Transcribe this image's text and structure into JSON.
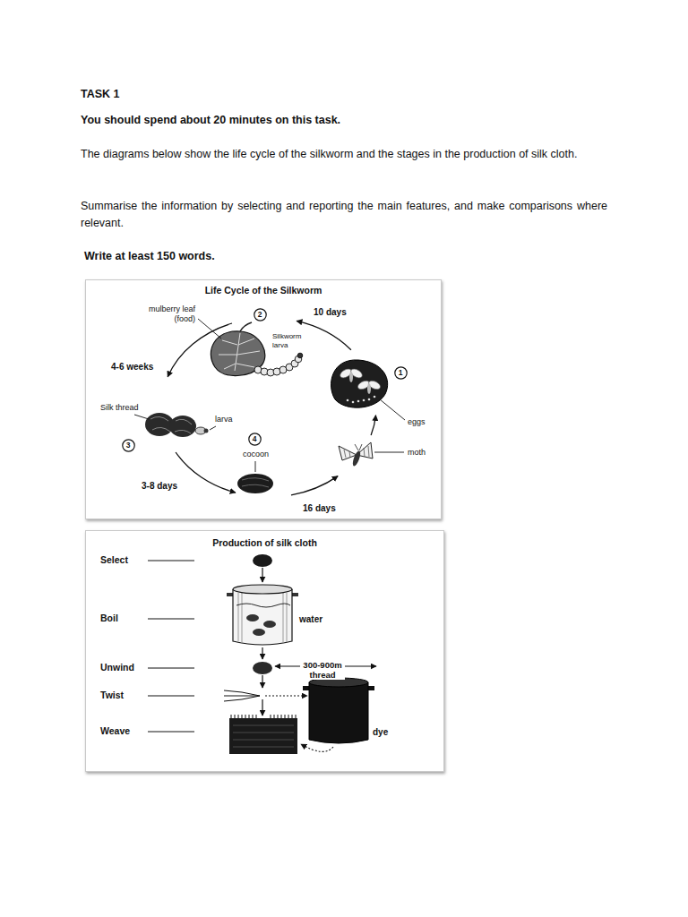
{
  "diagram": {
    "title": "TASK 1",
    "nodes": [
      {
        "text": [
          "Life Cycle of the Silkworm"
        ]
      },
      {
        "text": [
          "1"
        ],
        "in": 0
      },
      {
        "text": [
          "2"
        ],
        "in": 0
      },
      {
        "text": [
          "3"
        ],
        "in": 0
      },
      {
        "text": [
          "4"
        ],
        "in": 0
      },
      {
        "text": [
          "Production of silk cloth"
        ]
      }
    ],
    "labels": [
      "You should spend about 20 minutes on this task.",
      "The diagrams below show the life cycle of the silkworm and the stages in the production of silk cloth.",
      "Summarise the information by selecting and reporting the main features, and make comparisons where relevant.",
      "Write at least 150 words.",
      "mulberry leaf (food)",
      "Silkworm larva",
      "10 days",
      "4-6 weeks",
      "Silk thread",
      "larva",
      "eggs",
      "moth",
      "cocoon",
      "3-8 days",
      "16 days",
      "Select",
      "Boil",
      "water",
      "Unwind",
      "300-900m thread",
      "Twist",
      "dye",
      "Weave"
    ]
  }
}
